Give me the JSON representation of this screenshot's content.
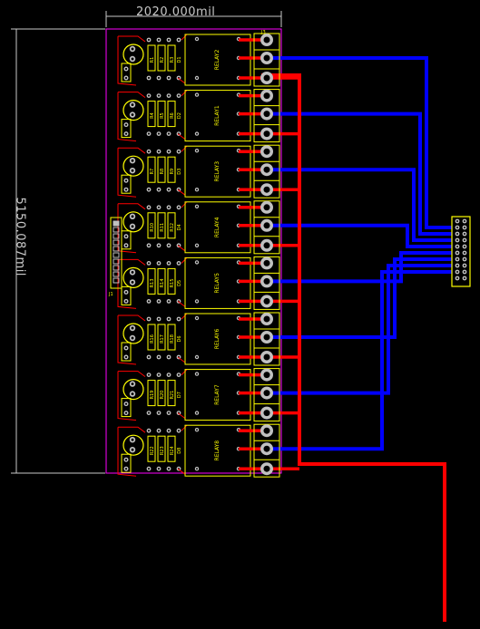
{
  "board": {
    "width_dimension": "2020.000mil",
    "height_dimension": "5150.087mil"
  },
  "relays": [
    {
      "label": "RELAY2",
      "resistors": [
        "R1",
        "R2",
        "R3"
      ],
      "diode": "D1"
    },
    {
      "label": "RELAY1",
      "resistors": [
        "R4",
        "R5",
        "R6"
      ],
      "diode": "D2"
    },
    {
      "label": "RELAY3",
      "resistors": [
        "R7",
        "R8",
        "R9"
      ],
      "diode": "D3"
    },
    {
      "label": "RELAY4",
      "resistors": [
        "R10",
        "R11",
        "R12"
      ],
      "diode": "D4"
    },
    {
      "label": "RELAY5",
      "resistors": [
        "R13",
        "R14",
        "R15"
      ],
      "diode": "D5"
    },
    {
      "label": "RELAY6",
      "resistors": [
        "R16",
        "R17",
        "R18"
      ],
      "diode": "D6"
    },
    {
      "label": "RELAY7",
      "resistors": [
        "R19",
        "R20",
        "R21"
      ],
      "diode": "D7"
    },
    {
      "label": "RELAY8",
      "resistors": [
        "R22",
        "R23",
        "R24"
      ],
      "diode": "D8"
    }
  ],
  "connectors": {
    "left_header": "J1",
    "terminal_block": "J3"
  },
  "colors": {
    "background": "#000000",
    "silkscreen": "#ffff00",
    "top_copper": "#ff0000",
    "bottom_copper": "#0000ff",
    "board_outline": "#ff00ff",
    "pad": "#c0c0c0",
    "dimension": "#c8c8c8"
  }
}
